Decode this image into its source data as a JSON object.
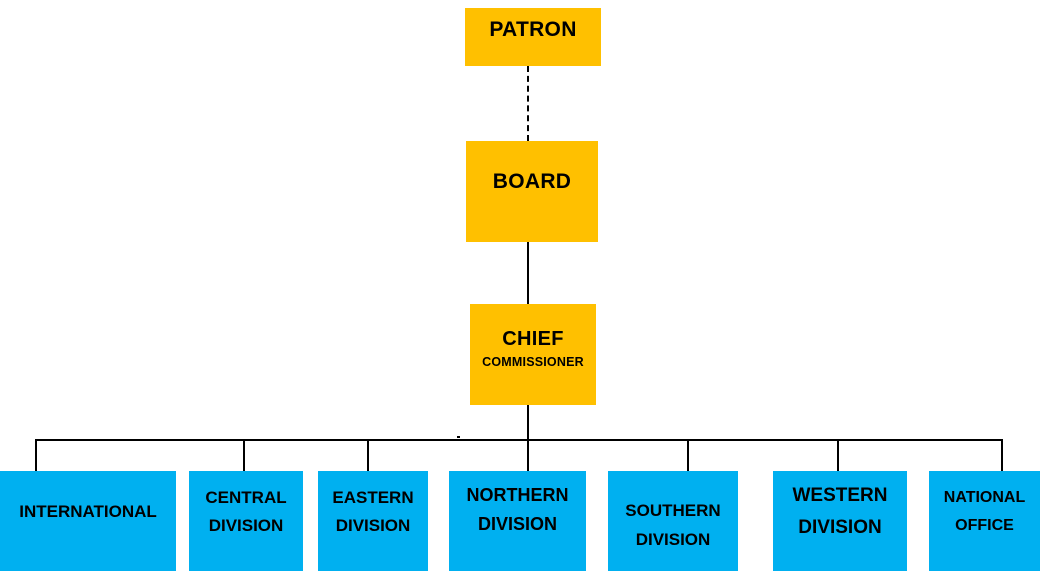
{
  "colors": {
    "background": "#FFFFFF",
    "executive-fill": "#FFC000",
    "division-fill": "#00B0F0",
    "connector": "#000000",
    "text": "#000000"
  },
  "org_chart": {
    "type": "organization-chart",
    "executive_nodes": [
      {
        "label": "PATRON"
      },
      {
        "label": "BOARD"
      },
      {
        "label": "CHIEF",
        "sublabel": "COMMISSIONER"
      }
    ],
    "division_nodes": [
      {
        "line1": "INTERNATIONAL"
      },
      {
        "line1": "CENTRAL",
        "line2": "DIVISION"
      },
      {
        "line1": "EASTERN",
        "line2": "DIVISION"
      },
      {
        "line1": "NORTHERN",
        "line2": "DIVISION"
      },
      {
        "line1": "SOUTHERN",
        "line2": "DIVISION"
      },
      {
        "line1": "WESTERN",
        "line2": "DIVISION"
      },
      {
        "line1": "NATIONAL",
        "line2": "OFFICE"
      }
    ],
    "edges": [
      {
        "from": "PATRON",
        "to": "BOARD",
        "style": "dashed"
      },
      {
        "from": "BOARD",
        "to": "CHIEF COMMISSIONER",
        "style": "solid"
      },
      {
        "from": "CHIEF COMMISSIONER",
        "to": [
          "INTERNATIONAL",
          "CENTRAL DIVISION",
          "EASTERN DIVISION",
          "NORTHERN DIVISION",
          "SOUTHERN DIVISION",
          "WESTERN DIVISION",
          "NATIONAL OFFICE"
        ],
        "style": "solid"
      }
    ]
  }
}
